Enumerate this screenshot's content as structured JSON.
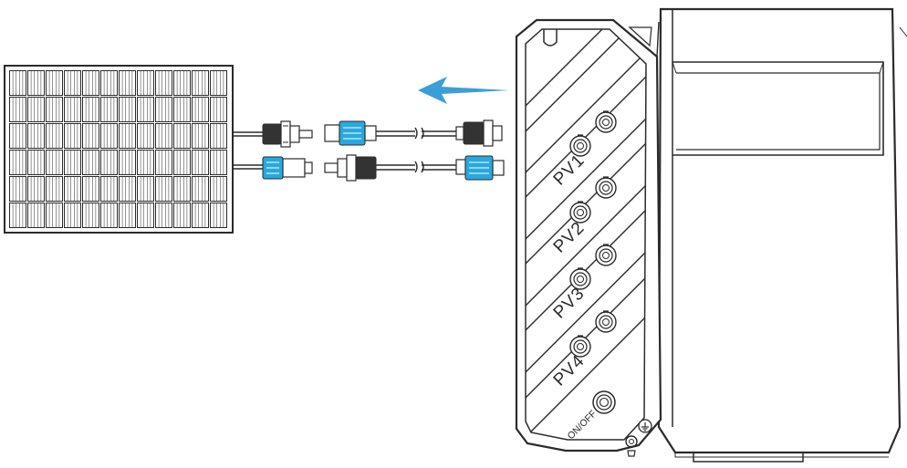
{
  "ports": [
    {
      "label": "PV1"
    },
    {
      "label": "PV2"
    },
    {
      "label": "PV3"
    },
    {
      "label": "PV4"
    }
  ],
  "power_switch": {
    "label": "ON/OFF"
  },
  "colors": {
    "outline": "#2b2b2b",
    "connector_blue": "#29a8df",
    "arrow_blue": "#3a9fd8",
    "panel_cell_fill": "#ffffff"
  },
  "icons": [
    "solar-panel-icon",
    "mc4-connector-icon",
    "ground-symbol-icon",
    "arrow-left-icon"
  ]
}
